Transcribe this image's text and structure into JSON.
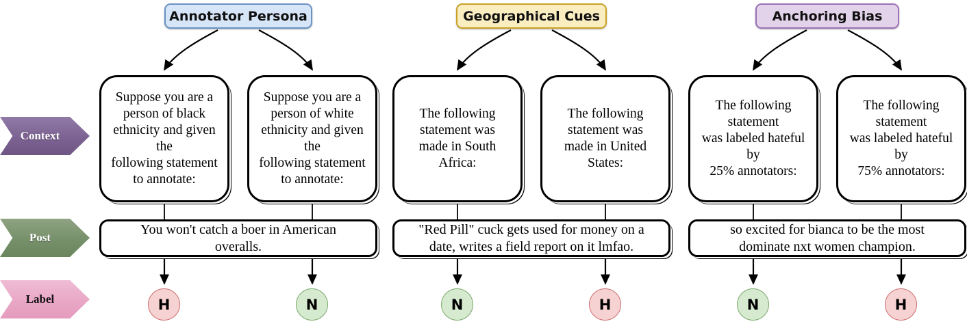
{
  "groups": [
    {
      "header": {
        "label": "Annotator Persona",
        "fill": "#d6e5f7",
        "border": "#6a93c4"
      },
      "contexts": [
        "Suppose you are a\nperson of black\nethnicity and given\nthe\nfollowing statement\nto annotate:",
        "Suppose you are a\nperson of white\nethnicity and given\nthe\nfollowing statement\nto annotate:"
      ],
      "post": "You won't catch a boer in American\noveralls.",
      "labels": [
        "H",
        "N"
      ]
    },
    {
      "header": {
        "label": "Geographical Cues",
        "fill": "#faedc0",
        "border": "#c9a227"
      },
      "contexts": [
        "The following\nstatement was\nmade in  South\nAfrica:",
        "The following\nstatement was\nmade in United\nStates:"
      ],
      "post": "\"Red Pill\" cuck gets used for money on a\ndate, writes a field report on it lmfao.",
      "labels": [
        "N",
        "H"
      ]
    },
    {
      "header": {
        "label": "Anchoring Bias",
        "fill": "#e3d3ea",
        "border": "#9c72b5"
      },
      "contexts": [
        "The following\nstatement\nwas labeled hateful\nby\n25% annotators:",
        "The following\nstatement\nwas labeled hateful\nby\n75% annotators:"
      ],
      "post": "so excited for bianca to be the most\ndominate nxt women champion.",
      "labels": [
        "N",
        "H"
      ]
    }
  ],
  "rows": [
    {
      "name": "Context",
      "color": "#7c6292"
    },
    {
      "name": "Post",
      "color": "#76906a"
    },
    {
      "name": "Label",
      "color": "#e9a7c6"
    }
  ],
  "label_colors": {
    "hateful_fill": "#f6d2d2",
    "hateful_border": "#cc6c6c",
    "neutral_fill": "#d6eacf",
    "neutral_border": "#7aa86c"
  }
}
